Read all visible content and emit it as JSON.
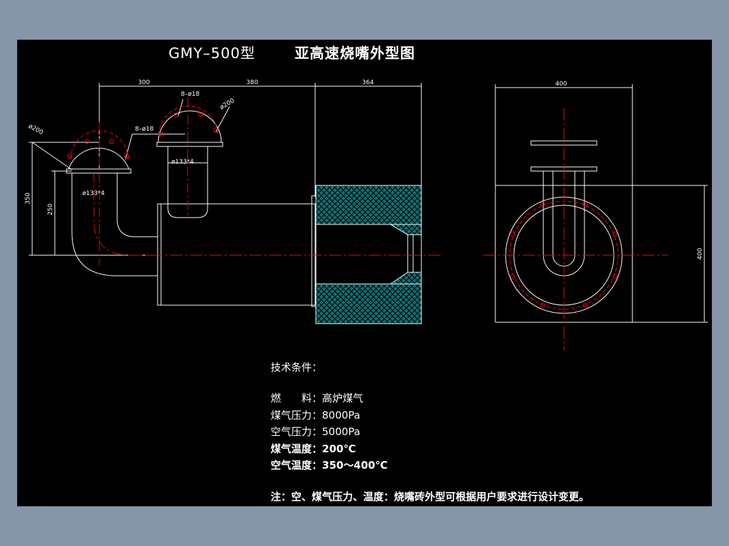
{
  "title": {
    "model": "GMY–500型",
    "name": "亚高速烧嘴外型图"
  },
  "dimensions": {
    "d300": "300",
    "d380": "380",
    "d364": "364",
    "d400_top": "400",
    "d350": "350",
    "d250": "250",
    "d400_side": "400",
    "holes_right": "8–ø18",
    "holes_left": "8–ø18",
    "dia200_left": "ø200",
    "dia200_right": "ø200",
    "pipe_right": "ø133*4",
    "pipe_left": "ø133*4"
  },
  "specs": {
    "heading": "技术条件：",
    "fuel": "燃　　料：高炉煤气",
    "gas_pressure": "煤气压力：8000Pa",
    "air_pressure": "空气压力：5000Pa",
    "gas_temp": "煤气温度：200℃",
    "air_temp": "空气温度：350～400℃"
  },
  "note": "注：空、煤气压力、温度：烧嘴砖外型可根据用户要求进行设计变更。",
  "colors": {
    "background": "#8795a9",
    "canvas": "#000000",
    "lines": "#ffffff",
    "center_lines": "#ff0000",
    "hatch_fill": "#0f6f73"
  }
}
